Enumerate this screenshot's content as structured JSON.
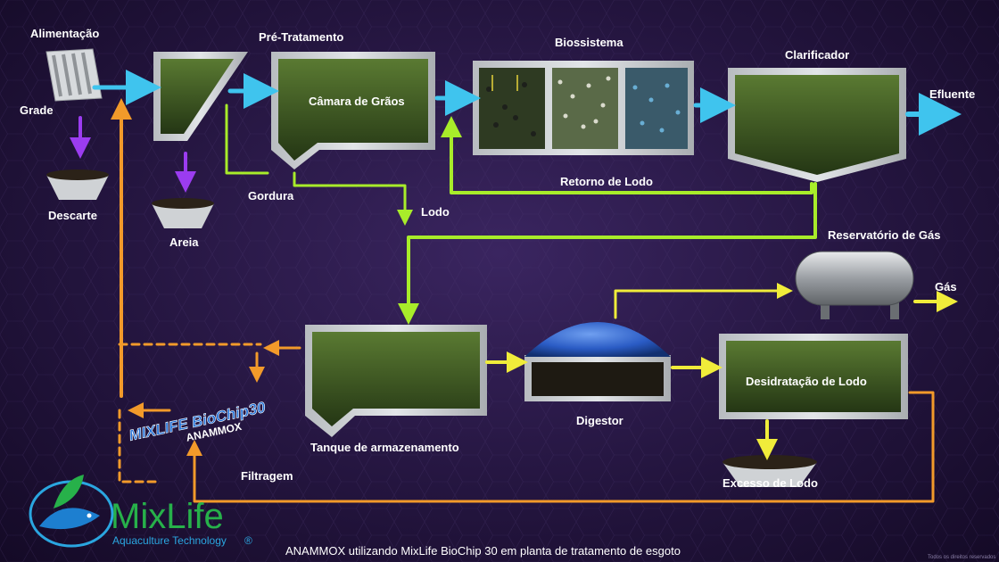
{
  "labels": {
    "alimentacao": "Alimentação",
    "grade": "Grade",
    "descarte": "Descarte",
    "pre_tratamento": "Pré-Tratamento",
    "areia": "Areia",
    "camara_graos": "Câmara de Grãos",
    "gordura": "Gordura",
    "lodo": "Lodo",
    "biossistema": "Biossistema",
    "retorno_lodo": "Retorno de Lodo",
    "clarificador": "Clarificador",
    "efluente": "Efluente",
    "reservatorio_gas": "Reservatório de Gás",
    "gas": "Gás",
    "tanque_armazenamento": "Tanque de armazenamento",
    "digestor": "Digestor",
    "desidratacao_lodo": "Desidratação de Lodo",
    "excesso_lodo": "Excesso de Lodo",
    "filtragem": "Filtragem",
    "biochip": "MIXLIFE BioChip30",
    "anammox": "ANAMMOX"
  },
  "brand": {
    "name": "MixLife",
    "tagline": "Aquaculture Technology",
    "registered": "®"
  },
  "caption": "ANAMMOX utilizando MixLife BioChip 30 em planta de tratamento de esgoto",
  "copyright": "Todos os direitos reservados",
  "colors": {
    "water_flow": "#3fc4ee",
    "sludge_flow": "#a8ec2a",
    "gas_flow": "#f0ec3a",
    "filtrate_flow": "#f29a2a",
    "solids_drop": "#9b3cf0",
    "tank_wall": "#c9cdd1",
    "liquid": "#3d5a22",
    "brand_green": "#27b14a",
    "brand_blue": "#2aa6e0"
  }
}
